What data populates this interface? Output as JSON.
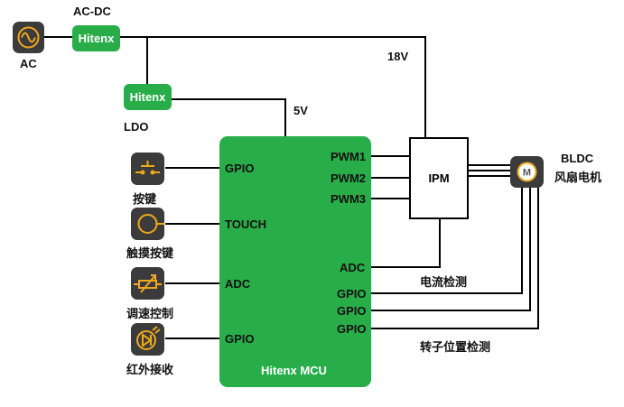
{
  "power": {
    "ac_label": "AC",
    "acdc_label": "AC-DC",
    "acdc_chip": "Hitenx",
    "ldo_chip": "Hitenx",
    "ldo_label": "LDO",
    "v18": "18V",
    "v5": "5V"
  },
  "mcu": {
    "name": "Hitenx MCU",
    "left_pins": [
      "GPIO",
      "TOUCH",
      "ADC",
      "GPIO"
    ],
    "right_pins": [
      "PWM1",
      "PWM2",
      "PWM3",
      "ADC",
      "GPIO",
      "GPIO",
      "GPIO"
    ]
  },
  "inputs": [
    {
      "icon": "push-button-icon",
      "label": "按键"
    },
    {
      "icon": "touch-button-icon",
      "label": "触摸按键"
    },
    {
      "icon": "potentiometer-icon",
      "label": "调速控制"
    },
    {
      "icon": "infrared-receiver-icon",
      "label": "红外接收"
    }
  ],
  "ipm": {
    "label": "IPM"
  },
  "motor": {
    "icon": "motor-icon",
    "label_line1": "BLDC",
    "label_line2": "风扇电机"
  },
  "annotations": {
    "current_sense": "电流检测",
    "rotor_position": "转子位置检测"
  },
  "colors": {
    "chip_green": "#29ad49",
    "icon_bg": "#3b3b3b",
    "icon_accent": "#f0a81c",
    "wire": "#000000"
  }
}
